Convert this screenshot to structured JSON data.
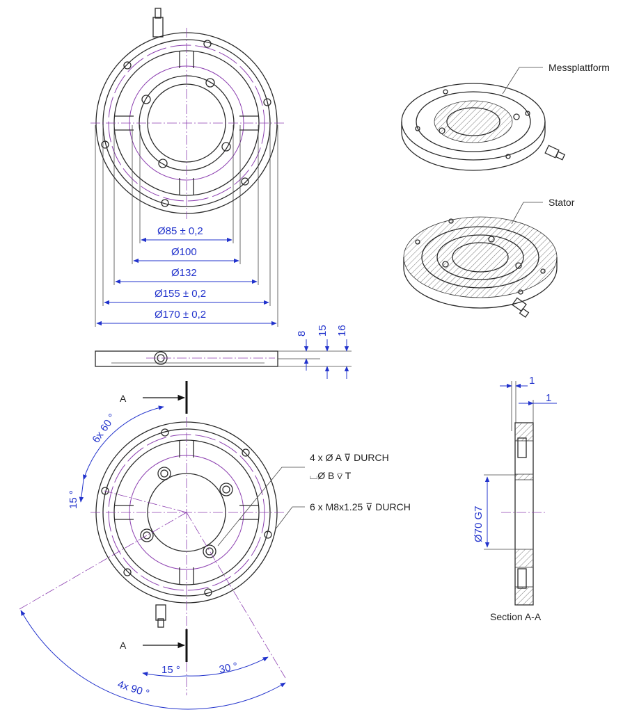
{
  "labels": {
    "messplattform": "Messplattform",
    "stator": "Stator",
    "section": "Section A-A",
    "section_mark": "A",
    "hole_note_1": "4 x Ø A ⊽ DURCH",
    "hole_note_2": "⌴Ø B ⊽ T",
    "thread_note": "6 x M8x1.25 ⊽ DURCH"
  },
  "dimensions": {
    "d85": "Ø85 ± 0,2",
    "d100": "Ø100",
    "d132": "Ø132",
    "d155": "Ø155 ± 0,2",
    "d170": "Ø170 ± 0,2",
    "h8": "8",
    "h15": "15",
    "h16": "16",
    "ang_6x60": "6x 60 °",
    "ang_15a": "15 °",
    "ang_15b": "15 °",
    "ang_30": "30 °",
    "ang_4x90": "4x 90 °",
    "d70": "Ø70 G7",
    "s1a": "1",
    "s1b": "1"
  },
  "colors": {
    "outline": "#2a2a2a",
    "centerline": "#8c3fb0",
    "dimension": "#2233cc"
  }
}
